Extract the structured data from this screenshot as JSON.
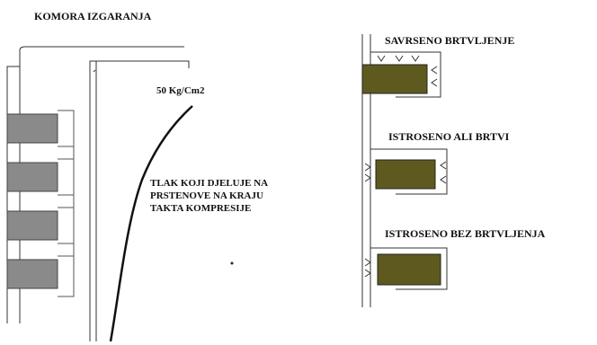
{
  "labels": {
    "chamber": "KOMORA IZGARANJA",
    "pressure_value": "50 Kg/Cm2",
    "pressure_note_line1": "TLAK KOJI DJELUJE NA",
    "pressure_note_line2": "PRSTENOVE NA KRAJU",
    "pressure_note_line3": "TAKTA KOMPRESIJE",
    "state_perfect": "SAVRSENO BRTVLJENJE",
    "state_worn_sealing": "ISTROSENO ALI BRTVI",
    "state_worn_no_seal": "ISTROSENO BEZ BRTVLJENJA"
  },
  "colors": {
    "ring_grey": "#8a8a8a",
    "ring_olive": "#5e5a1f",
    "line": "#222222"
  }
}
